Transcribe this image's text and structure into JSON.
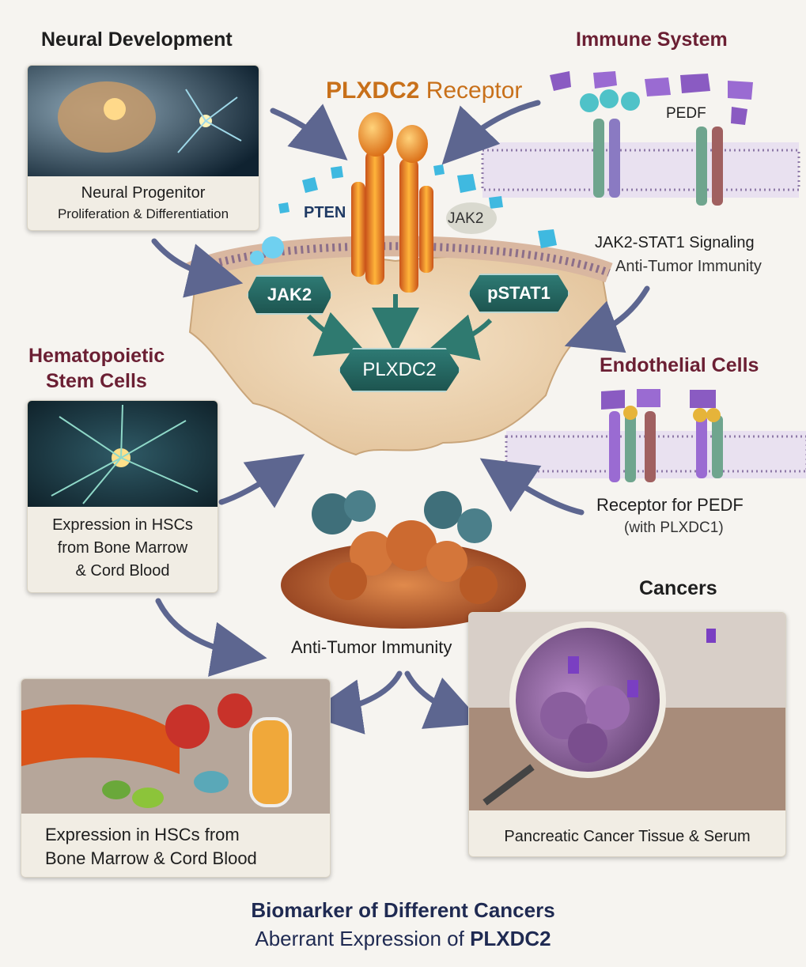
{
  "receptor": {
    "name": "PLXDC2",
    "suffix": " Receptor"
  },
  "neural": {
    "heading": "Neural Development",
    "card_title": "Neural Progenitor",
    "card_subtitle": "Proliferation & Differentiation"
  },
  "immune": {
    "heading": "Immune System",
    "ligand_label": "PEDF",
    "caption_line1": "JAK2-STAT1 Signaling",
    "caption_line2": "Anti-Tumor Immunity"
  },
  "center": {
    "pten": "PTEN",
    "jak2_small": "JAK2",
    "jak2_chip": "JAK2",
    "pstat1_chip": "pSTAT1",
    "plxdc2_chip": "PLXDC2"
  },
  "hsc": {
    "heading_line1": "Hematopoietic",
    "heading_line2": "Stem Cells",
    "line1": "Expression in HSCs",
    "line2": "from Bone Marrow",
    "line3": "& Cord Blood"
  },
  "endothelial": {
    "heading": "Endothelial Cells",
    "caption_line1": "Receptor for PEDF",
    "caption_line2": "(with PLXDC1)"
  },
  "antitumor": {
    "label": "Anti-Tumor Immunity"
  },
  "cancers": {
    "heading": "Cancers",
    "caption": "Pancreatic Cancer Tissue & Serum"
  },
  "bottom_left": {
    "line1": "Expression in HSCs from",
    "line2": "Bone Marrow & Cord Blood"
  },
  "footer": {
    "line1": "Biomarker of Different Cancers",
    "line2_prefix": "Aberrant Expression of ",
    "line2_bold": "PLXDC2"
  },
  "colors": {
    "receptor_orange": "#f39a1e",
    "chip_teal": "#1f5c57",
    "heading_maroon": "#6b1f33",
    "title_orange": "#c8701a",
    "pedf_purple": "#8a5bc2",
    "crystal_blue": "#3fb9e0"
  }
}
